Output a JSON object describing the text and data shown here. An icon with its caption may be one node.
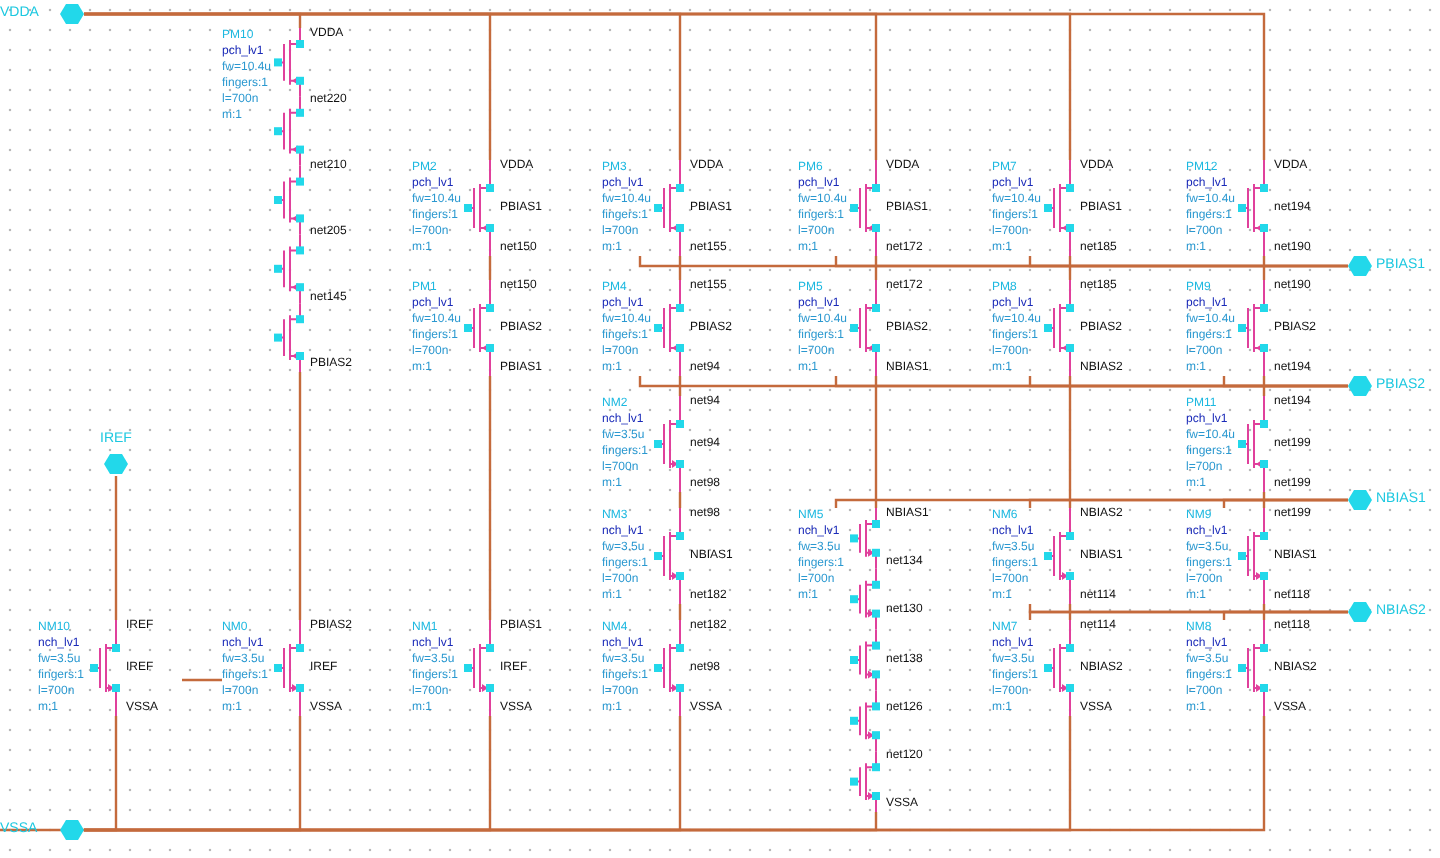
{
  "diagram": {
    "nodes": [
      {
        "text": [
          "VDDA"
        ]
      },
      {
        "text": [
          "PM10",
          "pch_lv1",
          "fw=10.4u",
          "fingers:1",
          "l=700n",
          "m:1"
        ],
        "beside": [
          "VDDA",
          "net220",
          "net210",
          "net205",
          "net145",
          "PBIAS2"
        ]
      },
      {
        "text": [
          "PM2",
          "pch_lv1",
          "fw=10.4u",
          "fingers:1",
          "l=700n",
          "m:1"
        ],
        "beside": [
          "VDDA",
          "PBIAS1",
          "net150"
        ]
      },
      {
        "text": [
          "PM3",
          "pch_lv1",
          "fw=10.4u",
          "fingers:1",
          "l=700n",
          "m:1"
        ],
        "beside": [
          "VDDA",
          "PBIAS1",
          "net155"
        ]
      },
      {
        "text": [
          "PM6",
          "pch_lv1",
          "fw=10.4u",
          "fingers:1",
          "l=700n",
          "m:1"
        ],
        "beside": [
          "VDDA",
          "PBIAS1",
          "net172"
        ]
      },
      {
        "text": [
          "PM7",
          "pch_lv1",
          "fw=10.4u",
          "fingers:1",
          "l=700n",
          "m:1"
        ],
        "beside": [
          "VDDA",
          "PBIAS1",
          "net185"
        ]
      },
      {
        "text": [
          "PM12",
          "pch_lv1",
          "fw=10.4u",
          "fingers:1",
          "l=700n",
          "m:1"
        ],
        "beside": [
          "VDDA",
          "net194",
          "net190"
        ]
      },
      {
        "text": [
          "PBIAS1"
        ]
      },
      {
        "text": [
          "PM1",
          "pch_lv1",
          "fw=10.4u",
          "fingers:1",
          "l=700n",
          "m:1"
        ],
        "beside": [
          "net150",
          "PBIAS2",
          "PBIAS1"
        ]
      },
      {
        "text": [
          "PM4",
          "pch_lv1",
          "fw=10.4u",
          "fingers:1",
          "l=700n",
          "m:1"
        ],
        "beside": [
          "net155",
          "PBIAS2",
          "net94"
        ]
      },
      {
        "text": [
          "PM5",
          "pch_lv1",
          "fw=10.4u",
          "fingers:1",
          "l=700n",
          "m:1"
        ],
        "beside": [
          "net172",
          "PBIAS2",
          "NBIAS1"
        ]
      },
      {
        "text": [
          "PM8",
          "pch_lv1",
          "fw=10.4u",
          "fingers:1",
          "l=700n",
          "m:1"
        ],
        "beside": [
          "net185",
          "PBIAS2",
          "NBIAS2"
        ]
      },
      {
        "text": [
          "PM9",
          "pch_lv1",
          "fw=10.4u",
          "fingers:1",
          "l=700n",
          "m:1"
        ],
        "beside": [
          "net190",
          "PBIAS2",
          "net194"
        ]
      },
      {
        "text": [
          "PBIAS2"
        ]
      },
      {
        "text": [
          "PM11",
          "pch_lv1",
          "fw=10.4u",
          "fingers:1",
          "l=700n",
          "m:1"
        ],
        "beside": [
          "net194",
          "net199",
          "net199"
        ]
      },
      {
        "text": [
          "NM2",
          "nch_lv1",
          "fw=3.5u",
          "fingers:1",
          "l=700n",
          "m:1"
        ],
        "beside": [
          "net94",
          "net94",
          "net98"
        ]
      },
      {
        "text": [
          "IREF"
        ]
      },
      {
        "text": [
          "NBIAS1"
        ]
      },
      {
        "text": [
          "NM3",
          "nch_lv1",
          "fw=3.5u",
          "fingers:1",
          "l=700n",
          "m:1"
        ],
        "beside": [
          "net98",
          "NBIAS1",
          "net182"
        ]
      },
      {
        "text": [
          "NM5",
          "nch_lv1",
          "fw=3.5u",
          "fingers:1",
          "l=700n",
          "m:1"
        ],
        "beside": [
          "NBIAS1",
          "net134",
          "net130",
          "net138",
          "net126",
          "net120",
          "VSSA"
        ]
      },
      {
        "text": [
          "NM6",
          "nch_lv1",
          "fw=3.5u",
          "fingers:1",
          "l=700n",
          "m:1"
        ],
        "beside": [
          "NBIAS2",
          "NBIAS1",
          "net114"
        ]
      },
      {
        "text": [
          "NM9",
          "nch_lv1",
          "fw=3.5u",
          "fingers:1",
          "l=700n",
          "m:1"
        ],
        "beside": [
          "net199",
          "NBIAS1",
          "net118"
        ]
      },
      {
        "text": [
          "NBIAS2"
        ]
      },
      {
        "text": [
          "NM10",
          "nch_lv1",
          "fw=3.5u",
          "fingers:1",
          "l=700n",
          "m:1"
        ],
        "beside": [
          "IREF",
          "IREF",
          "VSSA"
        ]
      },
      {
        "text": [
          "NM0",
          "nch_lv1",
          "fw=3.5u",
          "fingers:1",
          "l=700n",
          "m:1"
        ],
        "beside": [
          "PBIAS2",
          "IREF",
          "VSSA"
        ]
      },
      {
        "text": [
          "NM1",
          "nch_lv1",
          "fw=3.5u",
          "fingers:1",
          "l=700n",
          "m:1"
        ],
        "beside": [
          "PBIAS1",
          "IREF",
          "VSSA"
        ]
      },
      {
        "text": [
          "NM4",
          "nch_lv1",
          "fw=3.5u",
          "fingers:1",
          "l=700n",
          "m:1"
        ],
        "beside": [
          "net182",
          "net98",
          "VSSA"
        ]
      },
      {
        "text": [
          "NM7",
          "nch_lv1",
          "fw=3.5u",
          "fingers:1",
          "l=700n",
          "m:1"
        ],
        "beside": [
          "net114",
          "NBIAS2",
          "VSSA"
        ]
      },
      {
        "text": [
          "NM8",
          "nch_lv1",
          "fw=3.5u",
          "fingers:1",
          "l=700n",
          "m:1"
        ],
        "beside": [
          "net118",
          "NBIAS2",
          "VSSA"
        ]
      },
      {
        "text": [
          "VSSA"
        ]
      }
    ],
    "edges": [
      {
        "from": 0,
        "to": 1,
        "arrow": "none"
      },
      {
        "from": 0,
        "to": 2,
        "arrow": "none"
      },
      {
        "from": 0,
        "to": 3,
        "arrow": "none"
      },
      {
        "from": 0,
        "to": 4,
        "arrow": "none"
      },
      {
        "from": 0,
        "to": 5,
        "arrow": "none"
      },
      {
        "from": 0,
        "to": 6,
        "arrow": "none"
      },
      {
        "from": 29,
        "to": 23,
        "arrow": "none"
      },
      {
        "from": 29,
        "to": 24,
        "arrow": "none"
      },
      {
        "from": 29,
        "to": 25,
        "arrow": "none"
      },
      {
        "from": 29,
        "to": 26,
        "arrow": "none"
      },
      {
        "from": 29,
        "to": 19,
        "arrow": "none"
      },
      {
        "from": 29,
        "to": 27,
        "arrow": "none"
      },
      {
        "from": 29,
        "to": 28,
        "arrow": "none"
      },
      {
        "from": 16,
        "to": 23,
        "arrow": "none"
      },
      {
        "from": 3,
        "to": 7,
        "arrow": "none"
      },
      {
        "from": 4,
        "to": 7,
        "arrow": "none"
      },
      {
        "from": 5,
        "to": 7,
        "arrow": "none"
      },
      {
        "from": 9,
        "to": 13,
        "arrow": "none"
      },
      {
        "from": 10,
        "to": 13,
        "arrow": "none"
      },
      {
        "from": 11,
        "to": 13,
        "arrow": "none"
      },
      {
        "from": 12,
        "to": 13,
        "arrow": "none"
      },
      {
        "from": 19,
        "to": 17,
        "arrow": "none"
      },
      {
        "from": 20,
        "to": 17,
        "arrow": "none"
      },
      {
        "from": 21,
        "to": 17,
        "arrow": "none"
      },
      {
        "from": 20,
        "to": 22,
        "arrow": "none"
      },
      {
        "from": 27,
        "to": 22,
        "arrow": "none"
      },
      {
        "from": 28,
        "to": 22,
        "arrow": "none"
      },
      {
        "from": 2,
        "to": 8,
        "arrow": "none"
      },
      {
        "from": 3,
        "to": 9,
        "arrow": "none"
      },
      {
        "from": 9,
        "to": 15,
        "arrow": "none"
      },
      {
        "from": 15,
        "to": 18,
        "arrow": "none"
      },
      {
        "from": 18,
        "to": 26,
        "arrow": "none"
      },
      {
        "from": 4,
        "to": 10,
        "arrow": "none"
      },
      {
        "from": 10,
        "to": 19,
        "arrow": "none"
      },
      {
        "from": 5,
        "to": 11,
        "arrow": "none"
      },
      {
        "from": 11,
        "to": 20,
        "arrow": "none"
      },
      {
        "from": 20,
        "to": 27,
        "arrow": "none"
      },
      {
        "from": 6,
        "to": 12,
        "arrow": "none"
      },
      {
        "from": 12,
        "to": 14,
        "arrow": "none"
      },
      {
        "from": 14,
        "to": 21,
        "arrow": "none"
      },
      {
        "from": 21,
        "to": 28,
        "arrow": "none"
      },
      {
        "from": 1,
        "to": 24,
        "arrow": "none"
      },
      {
        "from": 8,
        "to": 25,
        "arrow": "none"
      },
      {
        "from": 23,
        "to": 24,
        "arrow": "none"
      }
    ]
  }
}
